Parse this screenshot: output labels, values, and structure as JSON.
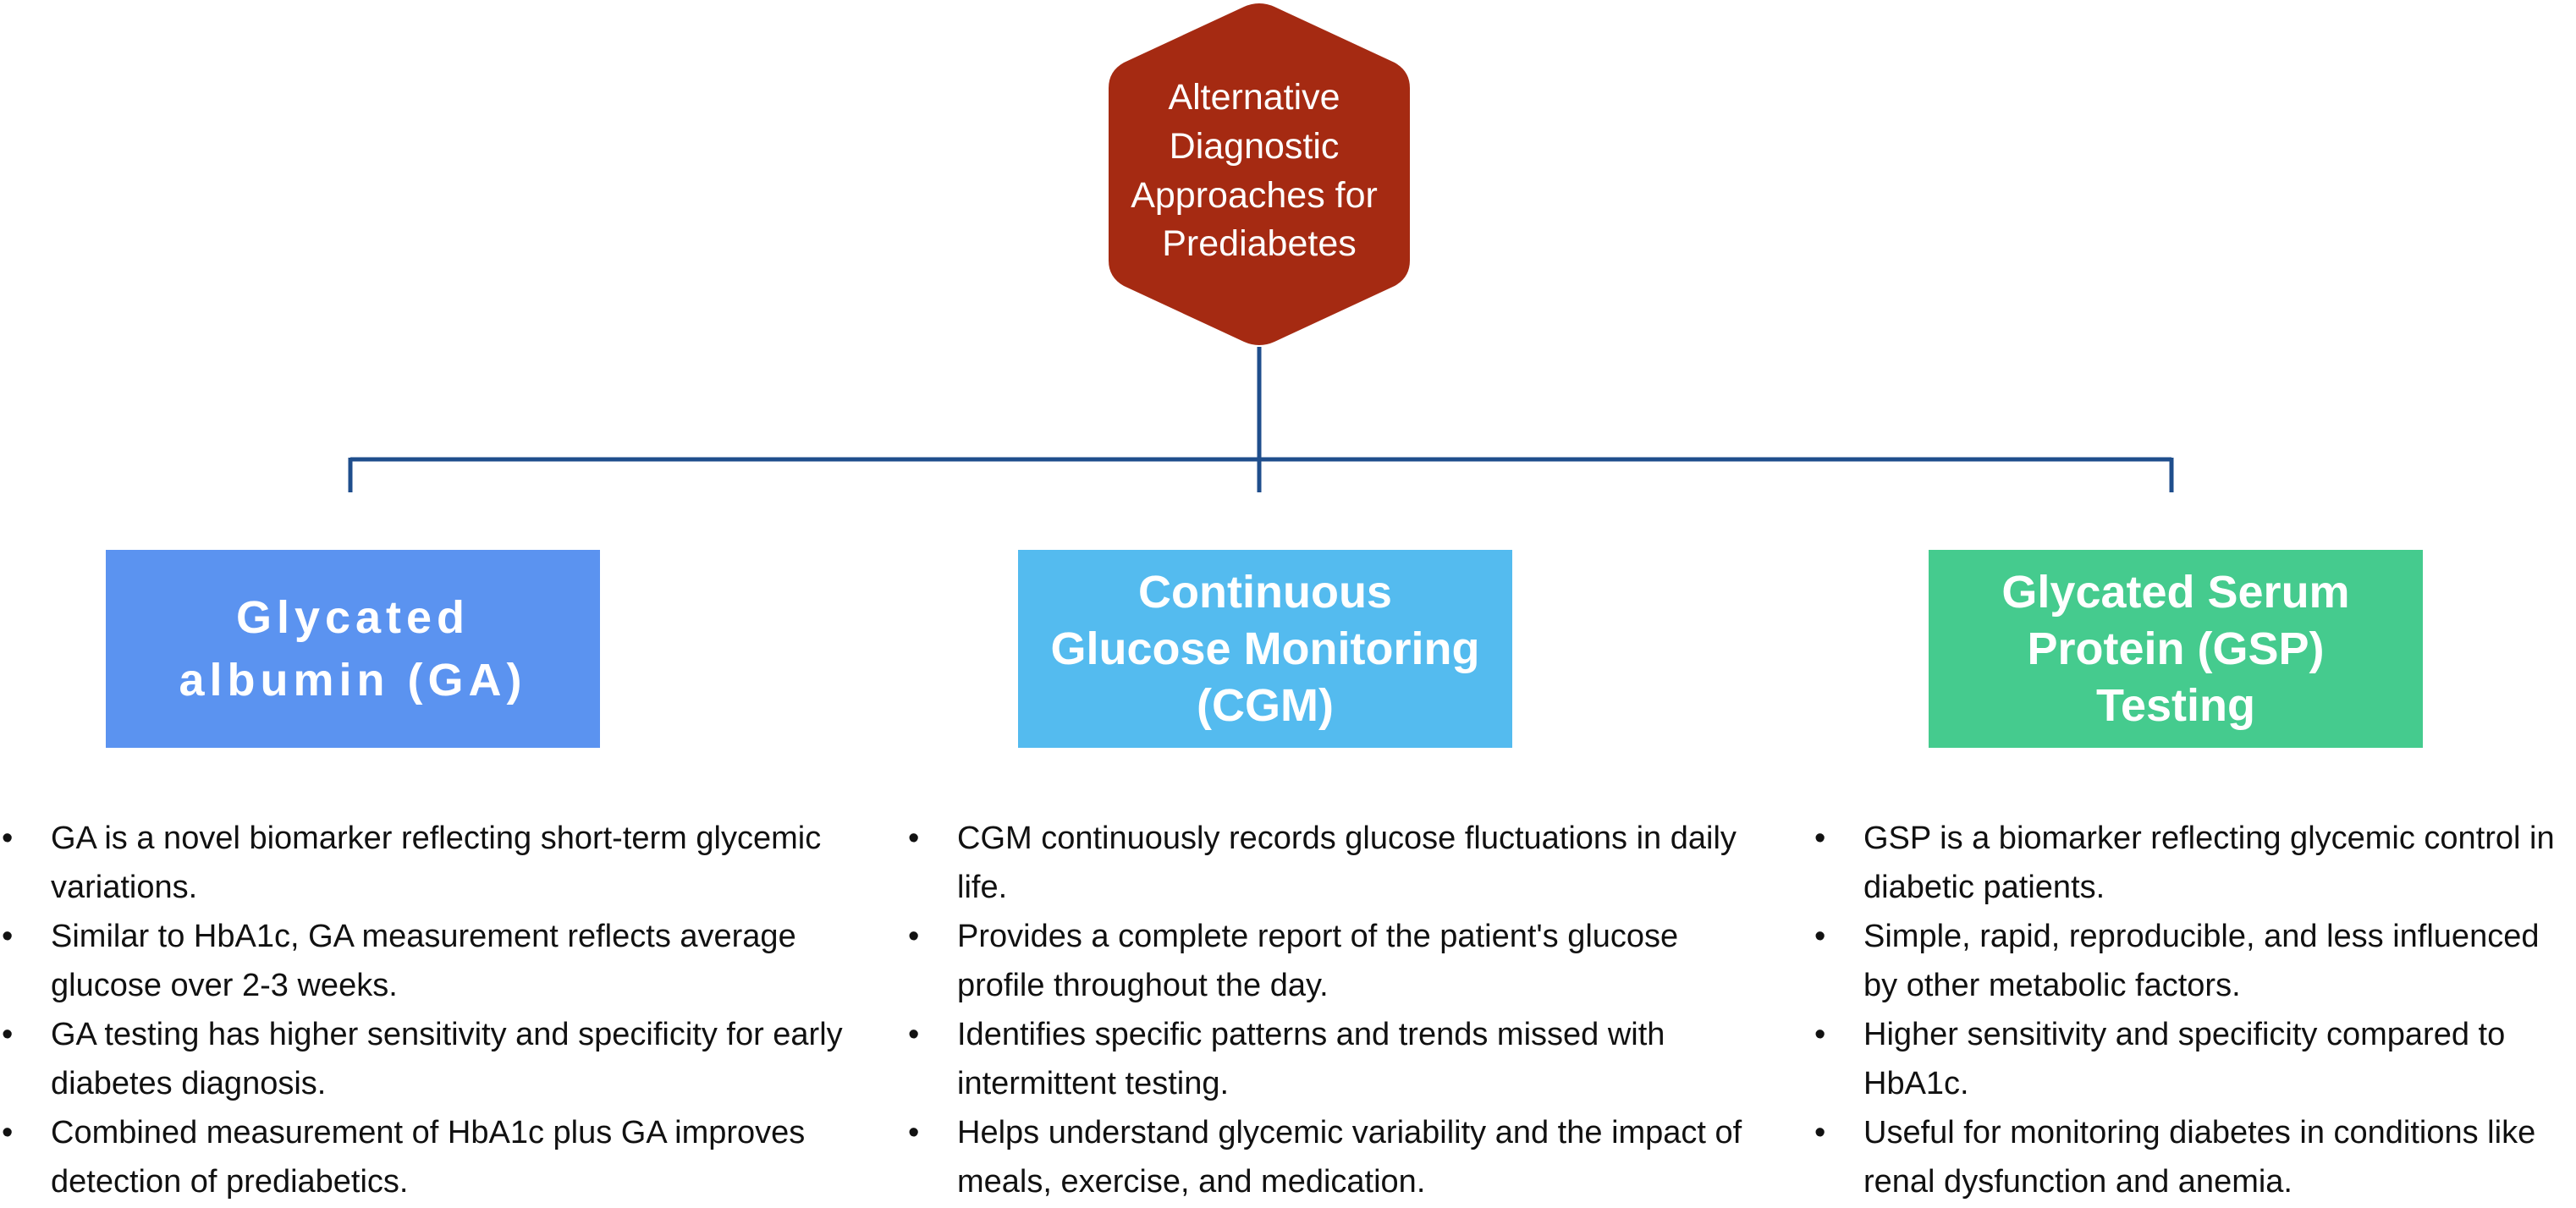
{
  "title": {
    "lines": [
      "Alternative",
      "Diagnostic",
      "Approaches for",
      "Prediabetes"
    ],
    "color": "#a52a12"
  },
  "connector_color": "#1f4e8c",
  "branches": [
    {
      "label_lines": [
        "Glycated",
        "albumin (GA)"
      ],
      "color": "#5b93f0",
      "items": [
        "GA is a novel biomarker reflecting short-term glycemic variations.",
        "Similar to HbA1c, GA measurement reflects average glucose over 2-3 weeks.",
        "GA testing has higher sensitivity and specificity for early diabetes diagnosis.",
        "Combined measurement of HbA1c plus GA improves detection of prediabetics."
      ]
    },
    {
      "label_lines": [
        "Continuous",
        "Glucose Monitoring",
        "(CGM)"
      ],
      "color": "#54bbef",
      "items": [
        "CGM continuously records glucose fluctuations in daily life.",
        "Provides a complete report of the patient's glucose profile throughout the day.",
        "Identifies specific patterns and trends missed with intermittent testing.",
        "Helps understand glycemic variability and the impact of meals, exercise, and medication."
      ]
    },
    {
      "label_lines": [
        "Glycated Serum",
        "Protein (GSP)",
        "Testing"
      ],
      "color": "#45cb8e",
      "items": [
        "GSP is a biomarker reflecting glycemic control in diabetic patients.",
        "Simple, rapid, reproducible, and less influenced by other metabolic factors.",
        "Higher sensitivity and specificity compared to HbA1c.",
        "Useful for monitoring diabetes in conditions like renal dysfunction and anemia."
      ]
    }
  ]
}
